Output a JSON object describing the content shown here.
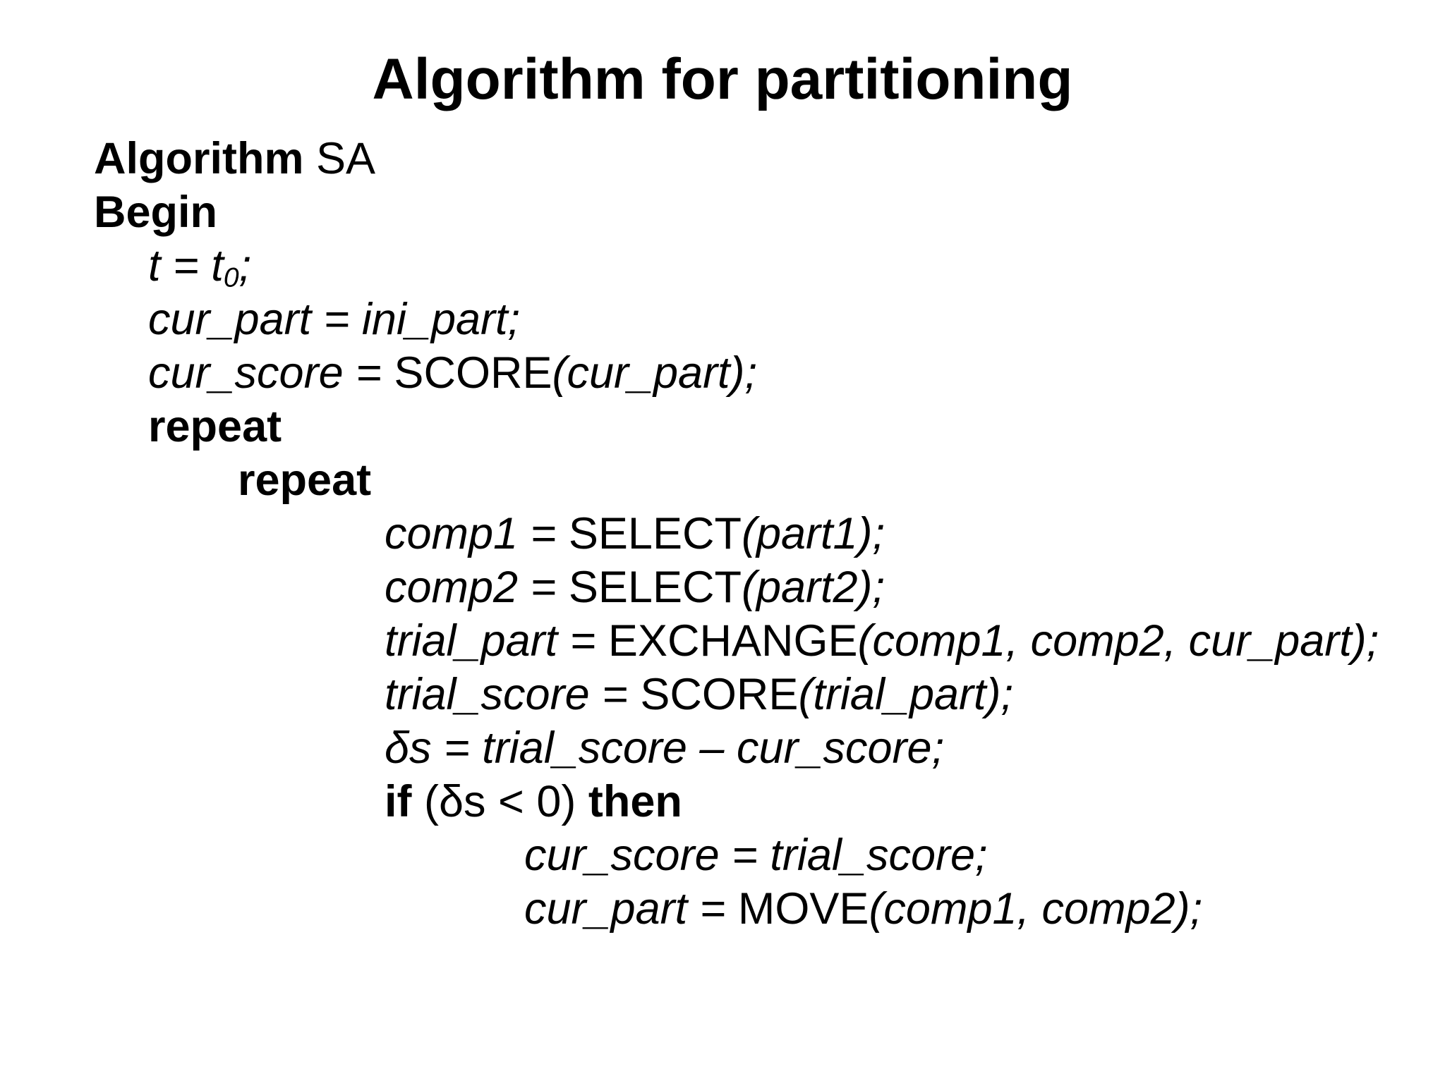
{
  "slide": {
    "title": "Algorithm for partitioning",
    "background_color": "#ffffff",
    "text_color": "#000000"
  },
  "code": {
    "lines": [
      {
        "indent": 0,
        "segments": [
          {
            "text": "Algorithm",
            "style": "bold"
          },
          {
            "text": " SA",
            "style": "regular"
          }
        ]
      },
      {
        "indent": 0,
        "segments": [
          {
            "text": "Begin",
            "style": "bold"
          }
        ]
      },
      {
        "indent": 1,
        "segments": [
          {
            "text": "t = t",
            "style": "italic"
          },
          {
            "text": "0",
            "style": "italic-sub"
          },
          {
            "text": ";",
            "style": "italic"
          }
        ]
      },
      {
        "indent": 1,
        "segments": [
          {
            "text": "cur_part = ini_part;",
            "style": "italic"
          }
        ]
      },
      {
        "indent": 1,
        "segments": [
          {
            "text": "cur_score = ",
            "style": "italic"
          },
          {
            "text": "SCORE",
            "style": "regular"
          },
          {
            "text": "(cur_part);",
            "style": "italic"
          }
        ]
      },
      {
        "indent": 1,
        "segments": [
          {
            "text": "repeat",
            "style": "bold"
          }
        ]
      },
      {
        "indent": 2,
        "segments": [
          {
            "text": "repeat",
            "style": "bold"
          }
        ]
      },
      {
        "indent": 3,
        "segments": [
          {
            "text": "comp1 = ",
            "style": "italic"
          },
          {
            "text": "SELECT",
            "style": "regular"
          },
          {
            "text": "(part1);",
            "style": "italic"
          }
        ]
      },
      {
        "indent": 3,
        "segments": [
          {
            "text": "comp2 = ",
            "style": "italic"
          },
          {
            "text": "SELECT",
            "style": "regular"
          },
          {
            "text": "(part2);",
            "style": "italic"
          }
        ]
      },
      {
        "indent": 3,
        "segments": [
          {
            "text": "trial_part = ",
            "style": "italic"
          },
          {
            "text": "EXCHANGE",
            "style": "regular"
          },
          {
            "text": "(comp1, comp2, cur_part);",
            "style": "italic"
          }
        ]
      },
      {
        "indent": 3,
        "segments": [
          {
            "text": "trial_score = ",
            "style": "italic"
          },
          {
            "text": "SCORE",
            "style": "regular"
          },
          {
            "text": "(trial_part);",
            "style": "italic"
          }
        ]
      },
      {
        "indent": 3,
        "segments": [
          {
            "text": "δs = trial_score – cur_score;",
            "style": "italic"
          }
        ]
      },
      {
        "indent": 3,
        "segments": [
          {
            "text": "if",
            "style": "bold"
          },
          {
            "text": " (δs < 0) ",
            "style": "regular"
          },
          {
            "text": "then",
            "style": "bold"
          }
        ]
      },
      {
        "indent": 4,
        "segments": [
          {
            "text": "cur_score = trial_score;",
            "style": "italic"
          }
        ]
      },
      {
        "indent": 4,
        "segments": [
          {
            "text": "cur_part = ",
            "style": "italic"
          },
          {
            "text": "MOVE",
            "style": "regular"
          },
          {
            "text": "(comp1, comp2);",
            "style": "italic"
          }
        ]
      }
    ]
  }
}
